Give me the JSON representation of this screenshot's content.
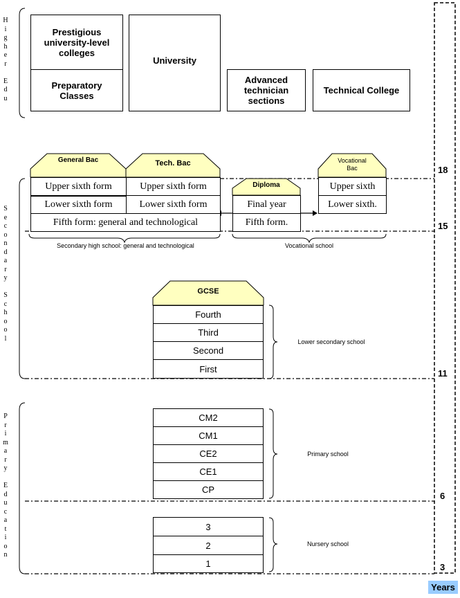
{
  "levels": {
    "higher": "H\ni\ng\nh\ne\nr\n\nE\nd\nu",
    "secondary": "S\ne\nc\no\nn\nd\na\nr\ny\n\nS\nc\nh\no\no\nl",
    "primary": "P\nr\ni\nm\na\nr\ny\n\nE\nd\nu\nc\na\nt\ni\no\nn"
  },
  "higher": {
    "prestigious": "Prestigious university-level colleges",
    "preparatory": "Preparatory Classes",
    "university": "University",
    "advanced": "Advanced technician sections",
    "technical": "Technical College"
  },
  "bacs": {
    "general": "General Bac",
    "tech": "Tech. Bac",
    "diploma": "Diploma",
    "vocational_line1": "Vocational",
    "vocational_line2": "Bac",
    "gcse": "GCSE"
  },
  "upper": {
    "general_upper": "Upper sixth form",
    "general_lower": "Lower sixth form",
    "tech_upper": "Upper sixth form",
    "tech_lower": "Lower sixth form",
    "fifth_general": "Fifth form: general and  technological",
    "final_year": "Final year",
    "fifth_form": "Fifth form.",
    "voc_upper": "Upper sixth",
    "voc_lower": "Lower sixth."
  },
  "captions": {
    "secondary_high": "Secondary high school: general and technological",
    "vocational_school": "Vocational school",
    "lower_secondary": "Lower secondary school",
    "primary_school": "Primary school",
    "nursery_school": "Nursery school"
  },
  "lower_secondary_years": [
    "Fourth",
    "Third",
    "Second",
    "First"
  ],
  "primary_years": [
    "CM2",
    "CM1",
    "CE2",
    "CE1",
    "CP"
  ],
  "nursery_years": [
    "3",
    "2",
    "1"
  ],
  "ages": {
    "a18": "18",
    "a15": "15",
    "a11": "11",
    "a6": "6",
    "a3": "3"
  },
  "years_label": "Years",
  "colors": {
    "bac_fill": "#ffffc0",
    "years_bg": "#99ccff"
  }
}
